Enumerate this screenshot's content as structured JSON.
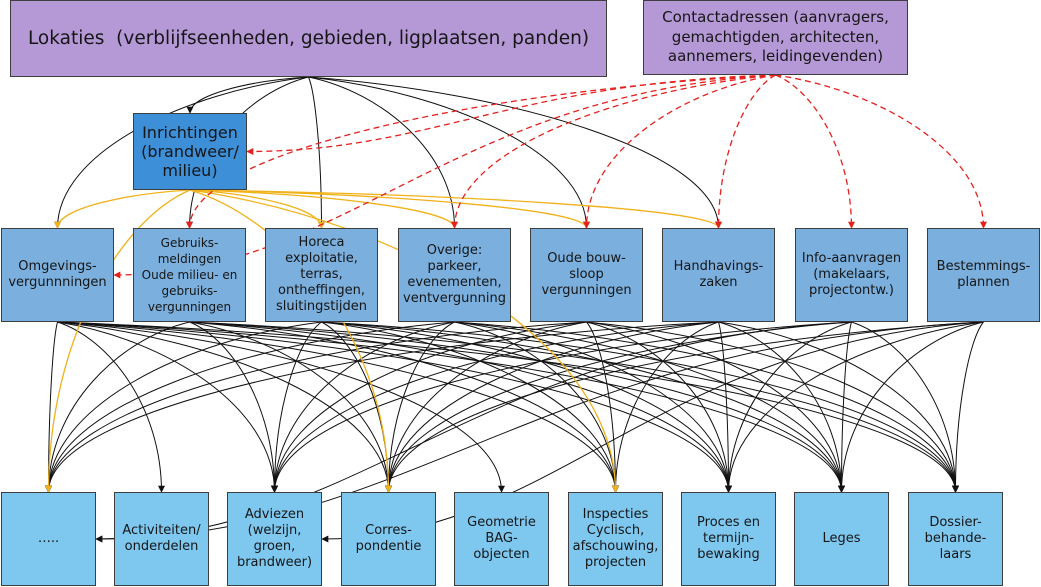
{
  "nodes": [
    {
      "label": "Lokaties  (verblijfseenheden, gebieden, ligplaatsen, panden)",
      "fill": "#b598d6"
    },
    {
      "label": "Contactadressen (aanvragers,\ngemachtigden, architecten,\naannemers, leidingevenden)",
      "fill": "#b598d6"
    },
    {
      "label": "Inrichtingen\n(brandweer/\nmilieu)",
      "fill": "#3d8fd8"
    },
    {
      "label": "Omgevings-\nvergunnningen",
      "fill": "#7aafde"
    },
    {
      "label": "Gebruiks-\nmeldingen\nOude milieu- en\ngebruiks-\nvergunningen",
      "fill": "#7aafde"
    },
    {
      "label": "Horeca\nexploitatie,\nterras,\nontheffingen,\nsluitingstijden",
      "fill": "#7aafde"
    },
    {
      "label": "Overige:\nparkeer,\nevenementen,\nventvergunning",
      "fill": "#7aafde"
    },
    {
      "label": "Oude bouw-\nsloop\nvergunningen",
      "fill": "#7aafde"
    },
    {
      "label": "Handhavings-\nzaken",
      "fill": "#7aafde"
    },
    {
      "label": "Info-aanvragen\n(makelaars,\nprojectontw.)",
      "fill": "#7aafde"
    },
    {
      "label": "Bestemmings-\nplannen",
      "fill": "#7aafde"
    },
    {
      "label": "…..",
      "fill": "#7ec8f0"
    },
    {
      "label": "Activiteiten/\nonderdelen",
      "fill": "#7ec8f0"
    },
    {
      "label": "Adviezen\n(welzijn,\ngroen,\nbrandweer)",
      "fill": "#7ec8f0"
    },
    {
      "label": "Corres-\npondentie",
      "fill": "#7ec8f0"
    },
    {
      "label": "Geometrie\nBAG-\nobjecten",
      "fill": "#7ec8f0"
    },
    {
      "label": "Inspecties\nCyclisch,\nafschouwing,\nprojecten",
      "fill": "#7ec8f0"
    },
    {
      "label": "Proces en\ntermijn-\nbewaking",
      "fill": "#7ec8f0"
    },
    {
      "label": "Leges",
      "fill": "#7ec8f0"
    },
    {
      "label": "Dossier-\nbehande-\nlaars",
      "fill": "#7ec8f0"
    }
  ],
  "edges": [
    {
      "from": 3,
      "to": [
        11,
        12,
        13,
        14,
        15,
        16,
        17,
        18,
        19
      ],
      "color": "#111111",
      "dashed": false
    },
    {
      "from": 4,
      "to": [
        11,
        13,
        14,
        16,
        17,
        18,
        19
      ],
      "color": "#111111",
      "dashed": false
    },
    {
      "from": 5,
      "to": [
        11,
        13,
        14,
        16,
        17,
        18,
        19
      ],
      "color": "#111111",
      "dashed": false
    },
    {
      "from": 6,
      "to": [
        11,
        13,
        14,
        16,
        17,
        18,
        19
      ],
      "color": "#111111",
      "dashed": false
    },
    {
      "from": 7,
      "to": [
        11,
        13,
        14,
        16,
        17,
        18,
        19
      ],
      "color": "#111111",
      "dashed": false
    },
    {
      "from": 8,
      "to": [
        11,
        13,
        14,
        16,
        17,
        18,
        19
      ],
      "color": "#111111",
      "dashed": false
    },
    {
      "from": 9,
      "to": [
        11,
        13,
        14,
        17,
        18,
        19
      ],
      "color": "#111111",
      "dashed": false
    },
    {
      "from": 10,
      "to": [
        11,
        13,
        14,
        17,
        18,
        19
      ],
      "color": "#111111",
      "dashed": false
    },
    {
      "from": 0,
      "to": [
        2,
        3,
        4,
        5,
        6,
        7,
        8
      ],
      "color": "#111111",
      "dashed": false
    },
    {
      "from": 2,
      "to": [
        3,
        5,
        6,
        7,
        8,
        11,
        14,
        16
      ],
      "color": "#f0b21a",
      "dashed": false
    },
    {
      "from": 1,
      "to": [
        2,
        3,
        4,
        6,
        7,
        8,
        9,
        10
      ],
      "color": "#e4211d",
      "dashed": true
    }
  ]
}
